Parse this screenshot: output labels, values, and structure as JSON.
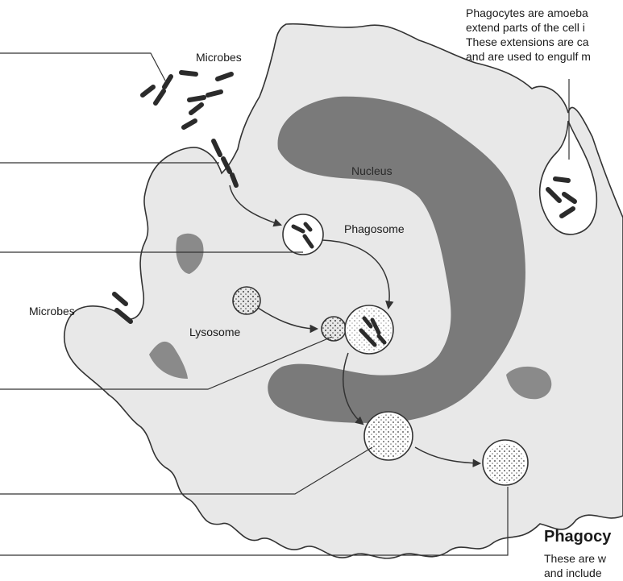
{
  "labels": {
    "microbes_top": "Microbes",
    "microbes_left": "Microbes",
    "nucleus": "Nucleus",
    "phagosome": "Phagosome",
    "lysosome": "Lysosome"
  },
  "note_top_right": [
    "Phagocytes are amoeba",
    "extend parts of the cell i",
    "These extensions are ca",
    "and are used to engulf m"
  ],
  "section_bottom_right": {
    "heading": "Phagocy",
    "line1": "These are w",
    "line2": "and include"
  },
  "colors": {
    "cell_fill": "#e8e8e8",
    "nucleus_fill": "#7a7a7a",
    "line": "#333333",
    "microbe": "#2b2b2b"
  }
}
